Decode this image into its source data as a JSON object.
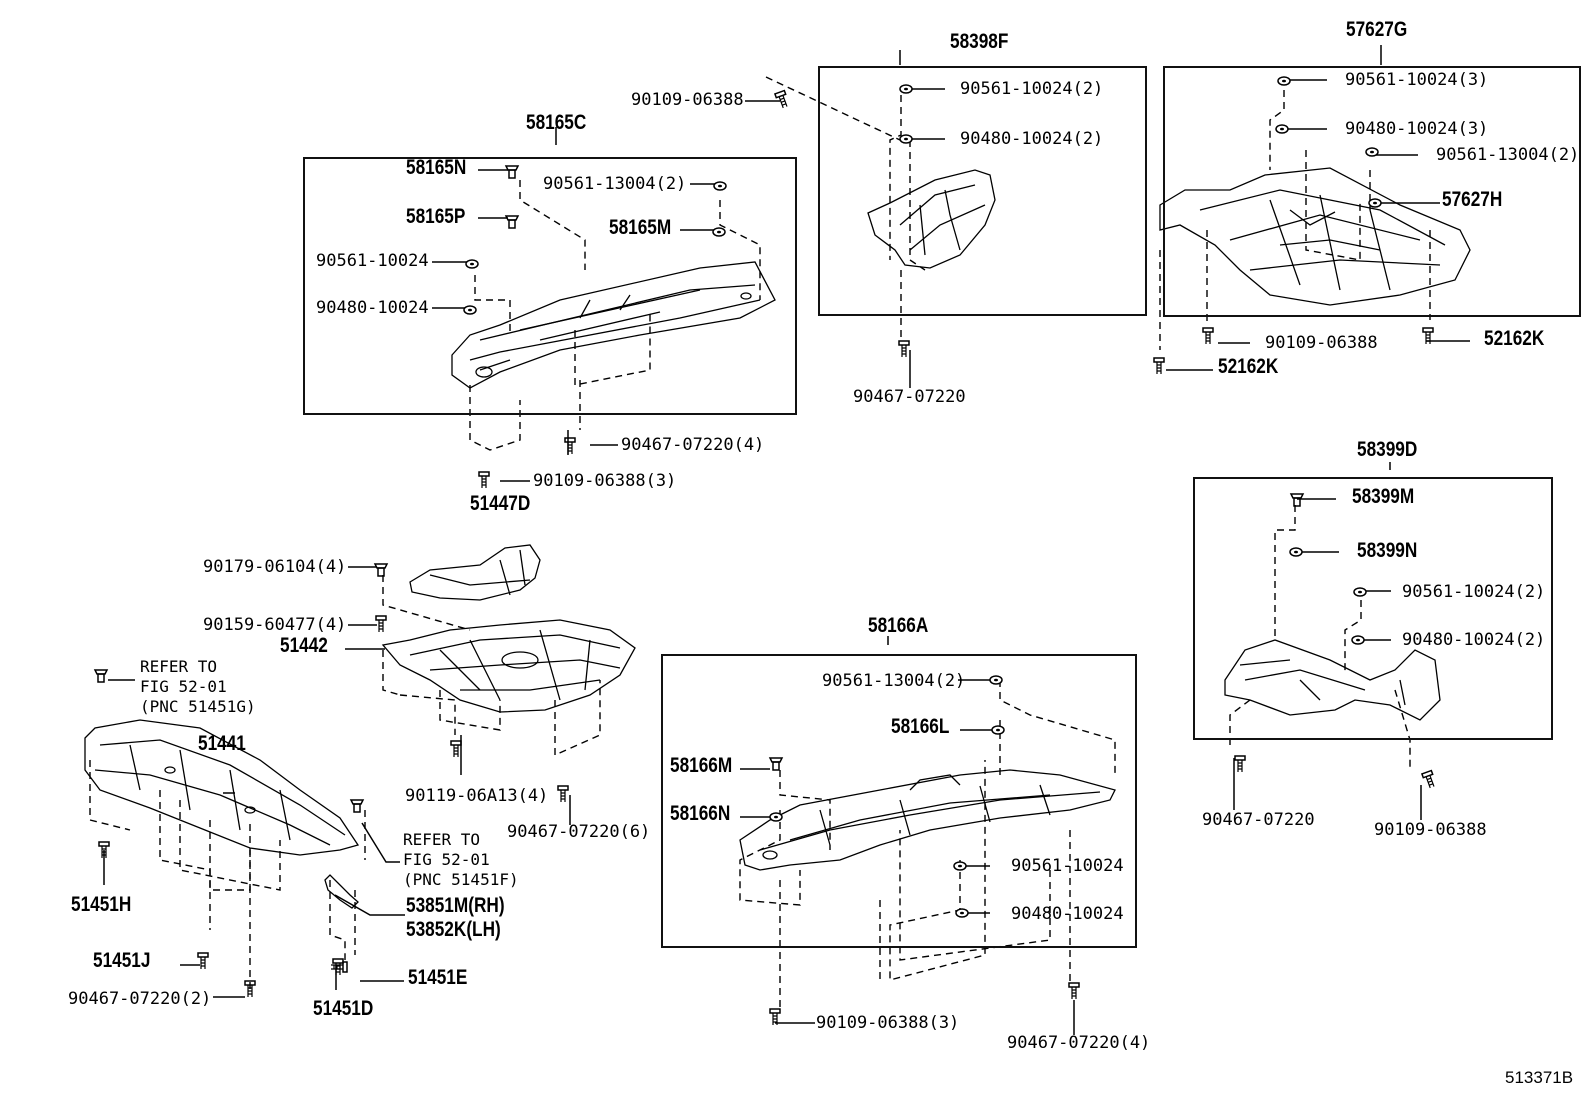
{
  "figure_id": "513371B",
  "groups": {
    "g58165C": "58165C",
    "g58398F": "58398F",
    "g57627G": "57627G",
    "g58399D": "58399D",
    "g58166A": "58166A"
  },
  "parts": {
    "p90109_06388_top": "90109-06388",
    "p58165N": "58165N",
    "p90561_13004_2_a": "90561-13004(2)",
    "p58165P": "58165P",
    "p58165M": "58165M",
    "p90561_10024_a": "90561-10024",
    "p90480_10024_a": "90480-10024",
    "p90467_07220_4_a": "90467-07220(4)",
    "p90109_06388_3_a": "90109-06388(3)",
    "p51447D": "51447D",
    "p90179_06104_4": "90179-06104(4)",
    "p90159_60477_4": "90159-60477(4)",
    "p51442": "51442",
    "p90119_06A13_4": "90119-06A13(4)",
    "p90467_07220_6": "90467-07220(6)",
    "p51441": "51441",
    "p51451H": "51451H",
    "p51451J": "51451J",
    "p90467_07220_2": "90467-07220(2)",
    "p53851M": "53851M(RH)",
    "p53852K": "53852K(LH)",
    "p51451E": "51451E",
    "p51451D": "51451D",
    "p90561_10024_2_b": "90561-10024(2)",
    "p90480_10024_2_b": "90480-10024(2)",
    "p90467_07220_b": "90467-07220",
    "p90561_10024_3": "90561-10024(3)",
    "p90480_10024_3": "90480-10024(3)",
    "p90561_13004_2_c": "90561-13004(2)",
    "p57627H": "57627H",
    "p90109_06388_c": "90109-06388",
    "p52162K_a": "52162K",
    "p52162K_b": "52162K",
    "p58399M": "58399M",
    "p58399N": "58399N",
    "p90561_10024_2_d": "90561-10024(2)",
    "p90480_10024_2_d": "90480-10024(2)",
    "p90467_07220_d": "90467-07220",
    "p90109_06388_d": "90109-06388",
    "p90561_13004_2_e": "90561-13004(2)",
    "p58166L": "58166L",
    "p58166M": "58166M",
    "p58166N": "58166N",
    "p90561_10024_e": "90561-10024",
    "p90480_10024_e": "90480-10024",
    "p90109_06388_3_e": "90109-06388(3)",
    "p90467_07220_4_e": "90467-07220(4)"
  },
  "notes": {
    "refer1": "REFER TO\nFIG 52-01\n(PNC 51451G)",
    "refer2": "REFER TO\nFIG 52-01\n(PNC 51451F)"
  }
}
